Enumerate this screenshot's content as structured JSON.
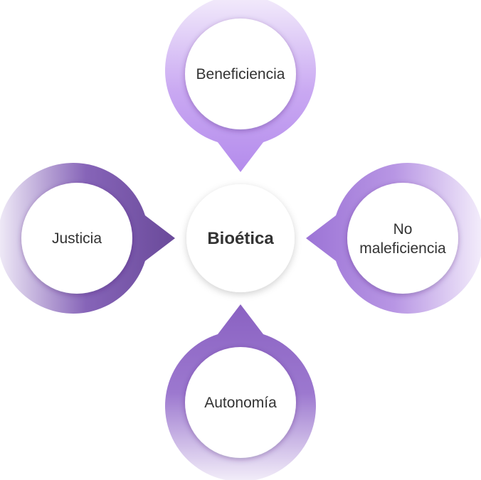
{
  "diagram": {
    "center": {
      "label": "Bioética"
    },
    "nodes": {
      "top": {
        "label": "Beneficiencia",
        "color": "#B993EE"
      },
      "right": {
        "line1": "No",
        "line2": "maleficiencia",
        "color": "#A57EDD"
      },
      "bottom": {
        "label": "Autonomía",
        "color": "#8E66C4"
      },
      "left": {
        "label": "Justicia",
        "color": "#6E4E9E"
      }
    }
  }
}
